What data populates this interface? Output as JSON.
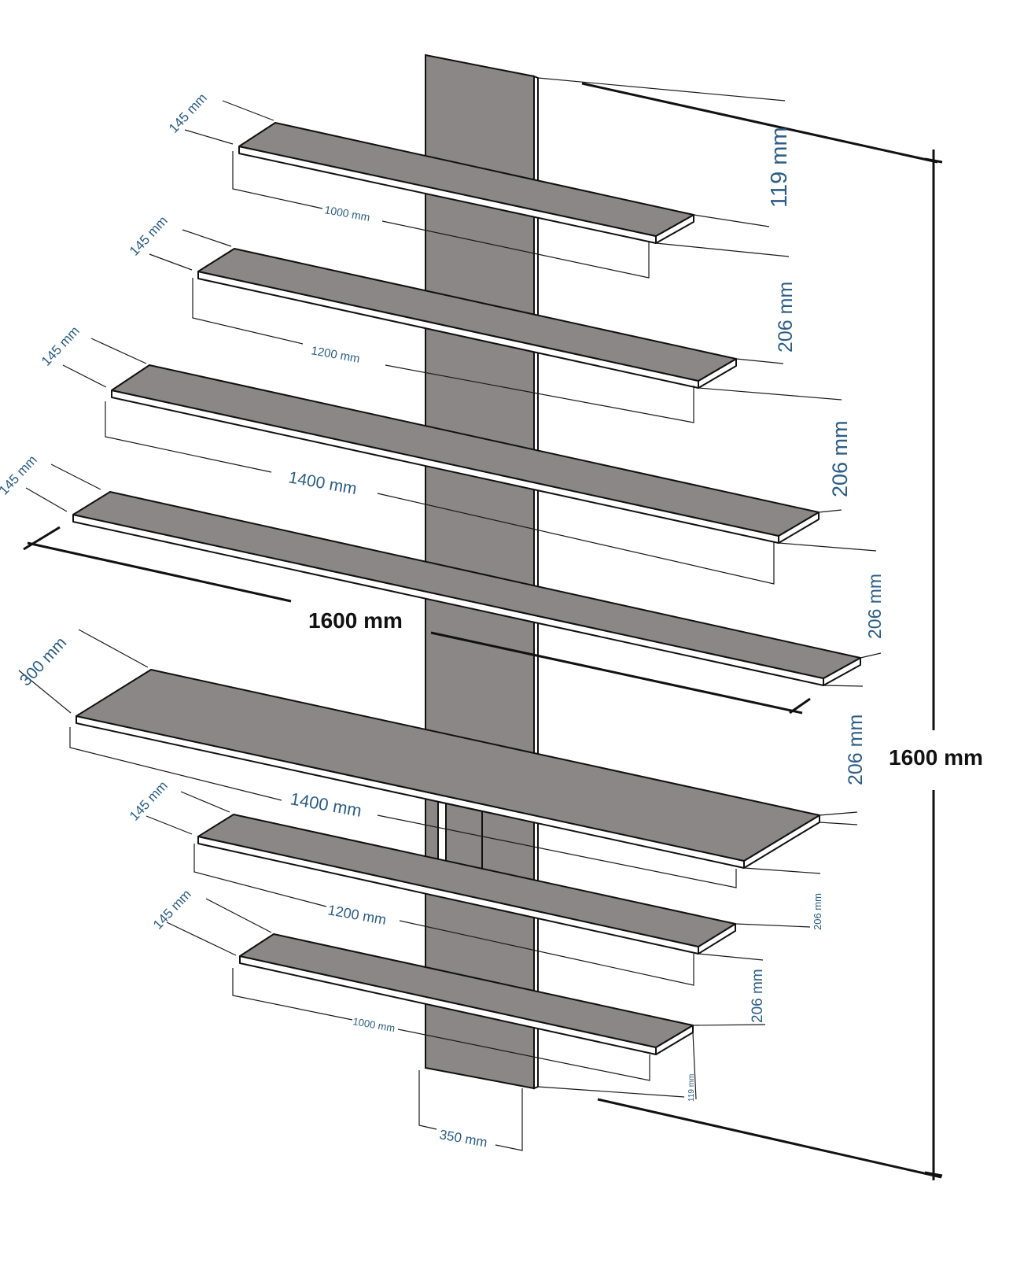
{
  "colors": {
    "panel": "#8a8786",
    "label_blue": "#2b5d86",
    "label_black": "#111111",
    "outline": "#111111"
  },
  "shelves": [
    {
      "index": 1,
      "length": "1000 mm",
      "depth": "145 mm"
    },
    {
      "index": 2,
      "length": "1200 mm",
      "depth": "145 mm"
    },
    {
      "index": 3,
      "length": "1400 mm",
      "depth": "145 mm"
    },
    {
      "index": 4,
      "length": "1600 mm",
      "depth": "145 mm"
    },
    {
      "index": 5,
      "length": "1400 mm",
      "depth": "300 mm"
    },
    {
      "index": 6,
      "length": "1200 mm",
      "depth": "145 mm"
    },
    {
      "index": 7,
      "length": "1000 mm",
      "depth": "145 mm"
    }
  ],
  "spacings": [
    "119 mm",
    "206 mm",
    "206 mm",
    "206 mm",
    "206 mm",
    "206 mm",
    "206 mm",
    "119 mm"
  ],
  "overall_height": "1600 mm",
  "panel_width": "350 mm"
}
